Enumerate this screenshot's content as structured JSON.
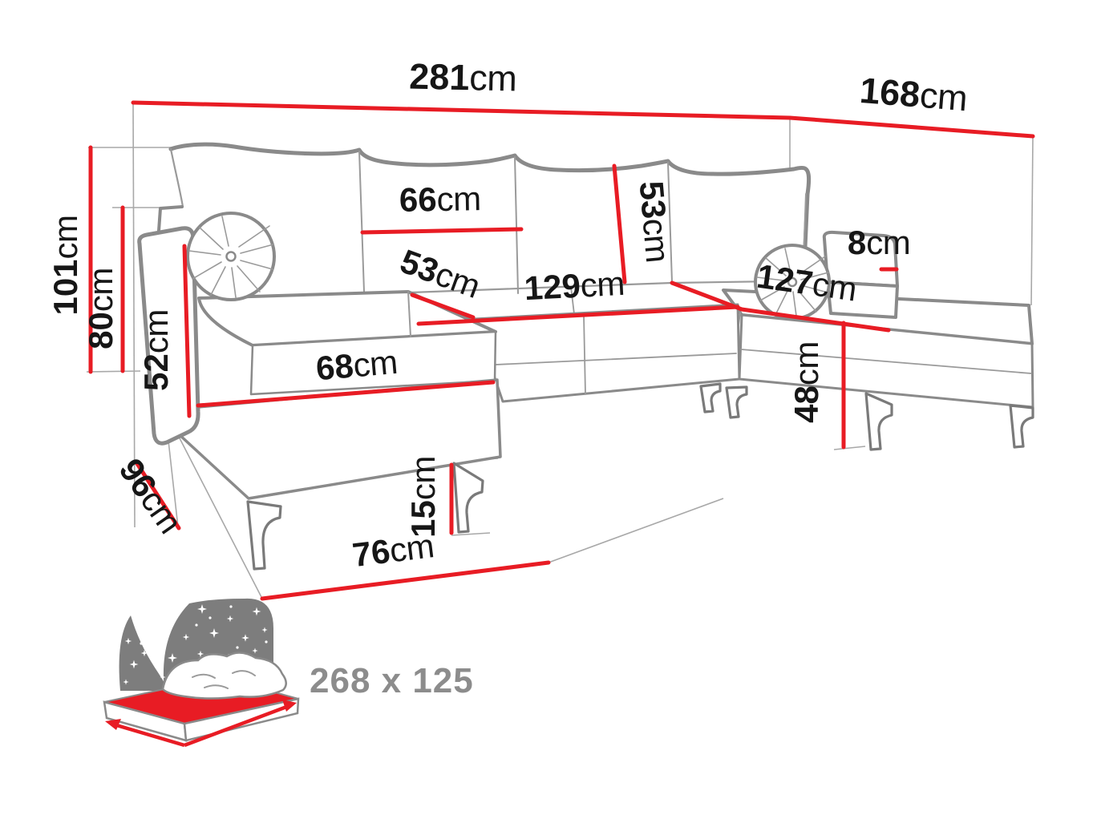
{
  "dims": {
    "d281": {
      "value": "281",
      "unit": "cm"
    },
    "d168": {
      "value": "168",
      "unit": "cm"
    },
    "d101": {
      "value": "101",
      "unit": "cm"
    },
    "d80": {
      "value": "80",
      "unit": "cm"
    },
    "d52": {
      "value": "52",
      "unit": "cm"
    },
    "d96": {
      "value": "96",
      "unit": "cm"
    },
    "d66": {
      "value": "66",
      "unit": "cm"
    },
    "d53_pillow": {
      "value": "53",
      "unit": "cm"
    },
    "d53_seat": {
      "value": "53",
      "unit": "cm"
    },
    "d129": {
      "value": "129",
      "unit": "cm"
    },
    "d127": {
      "value": "127",
      "unit": "cm"
    },
    "d8": {
      "value": "8",
      "unit": "cm"
    },
    "d68": {
      "value": "68",
      "unit": "cm"
    },
    "d48": {
      "value": "48",
      "unit": "cm"
    },
    "d15": {
      "value": "15",
      "unit": "cm"
    },
    "d76": {
      "value": "76",
      "unit": "cm"
    },
    "sleeping_area": {
      "value": "268 x 125"
    }
  },
  "colors": {
    "dimension_red": "#e81c24",
    "outline_gray": "#8a8a8a",
    "label_black": "#161616",
    "icon_gray": "#7d7d7d",
    "icon_text_gray": "#8c8c8c"
  }
}
